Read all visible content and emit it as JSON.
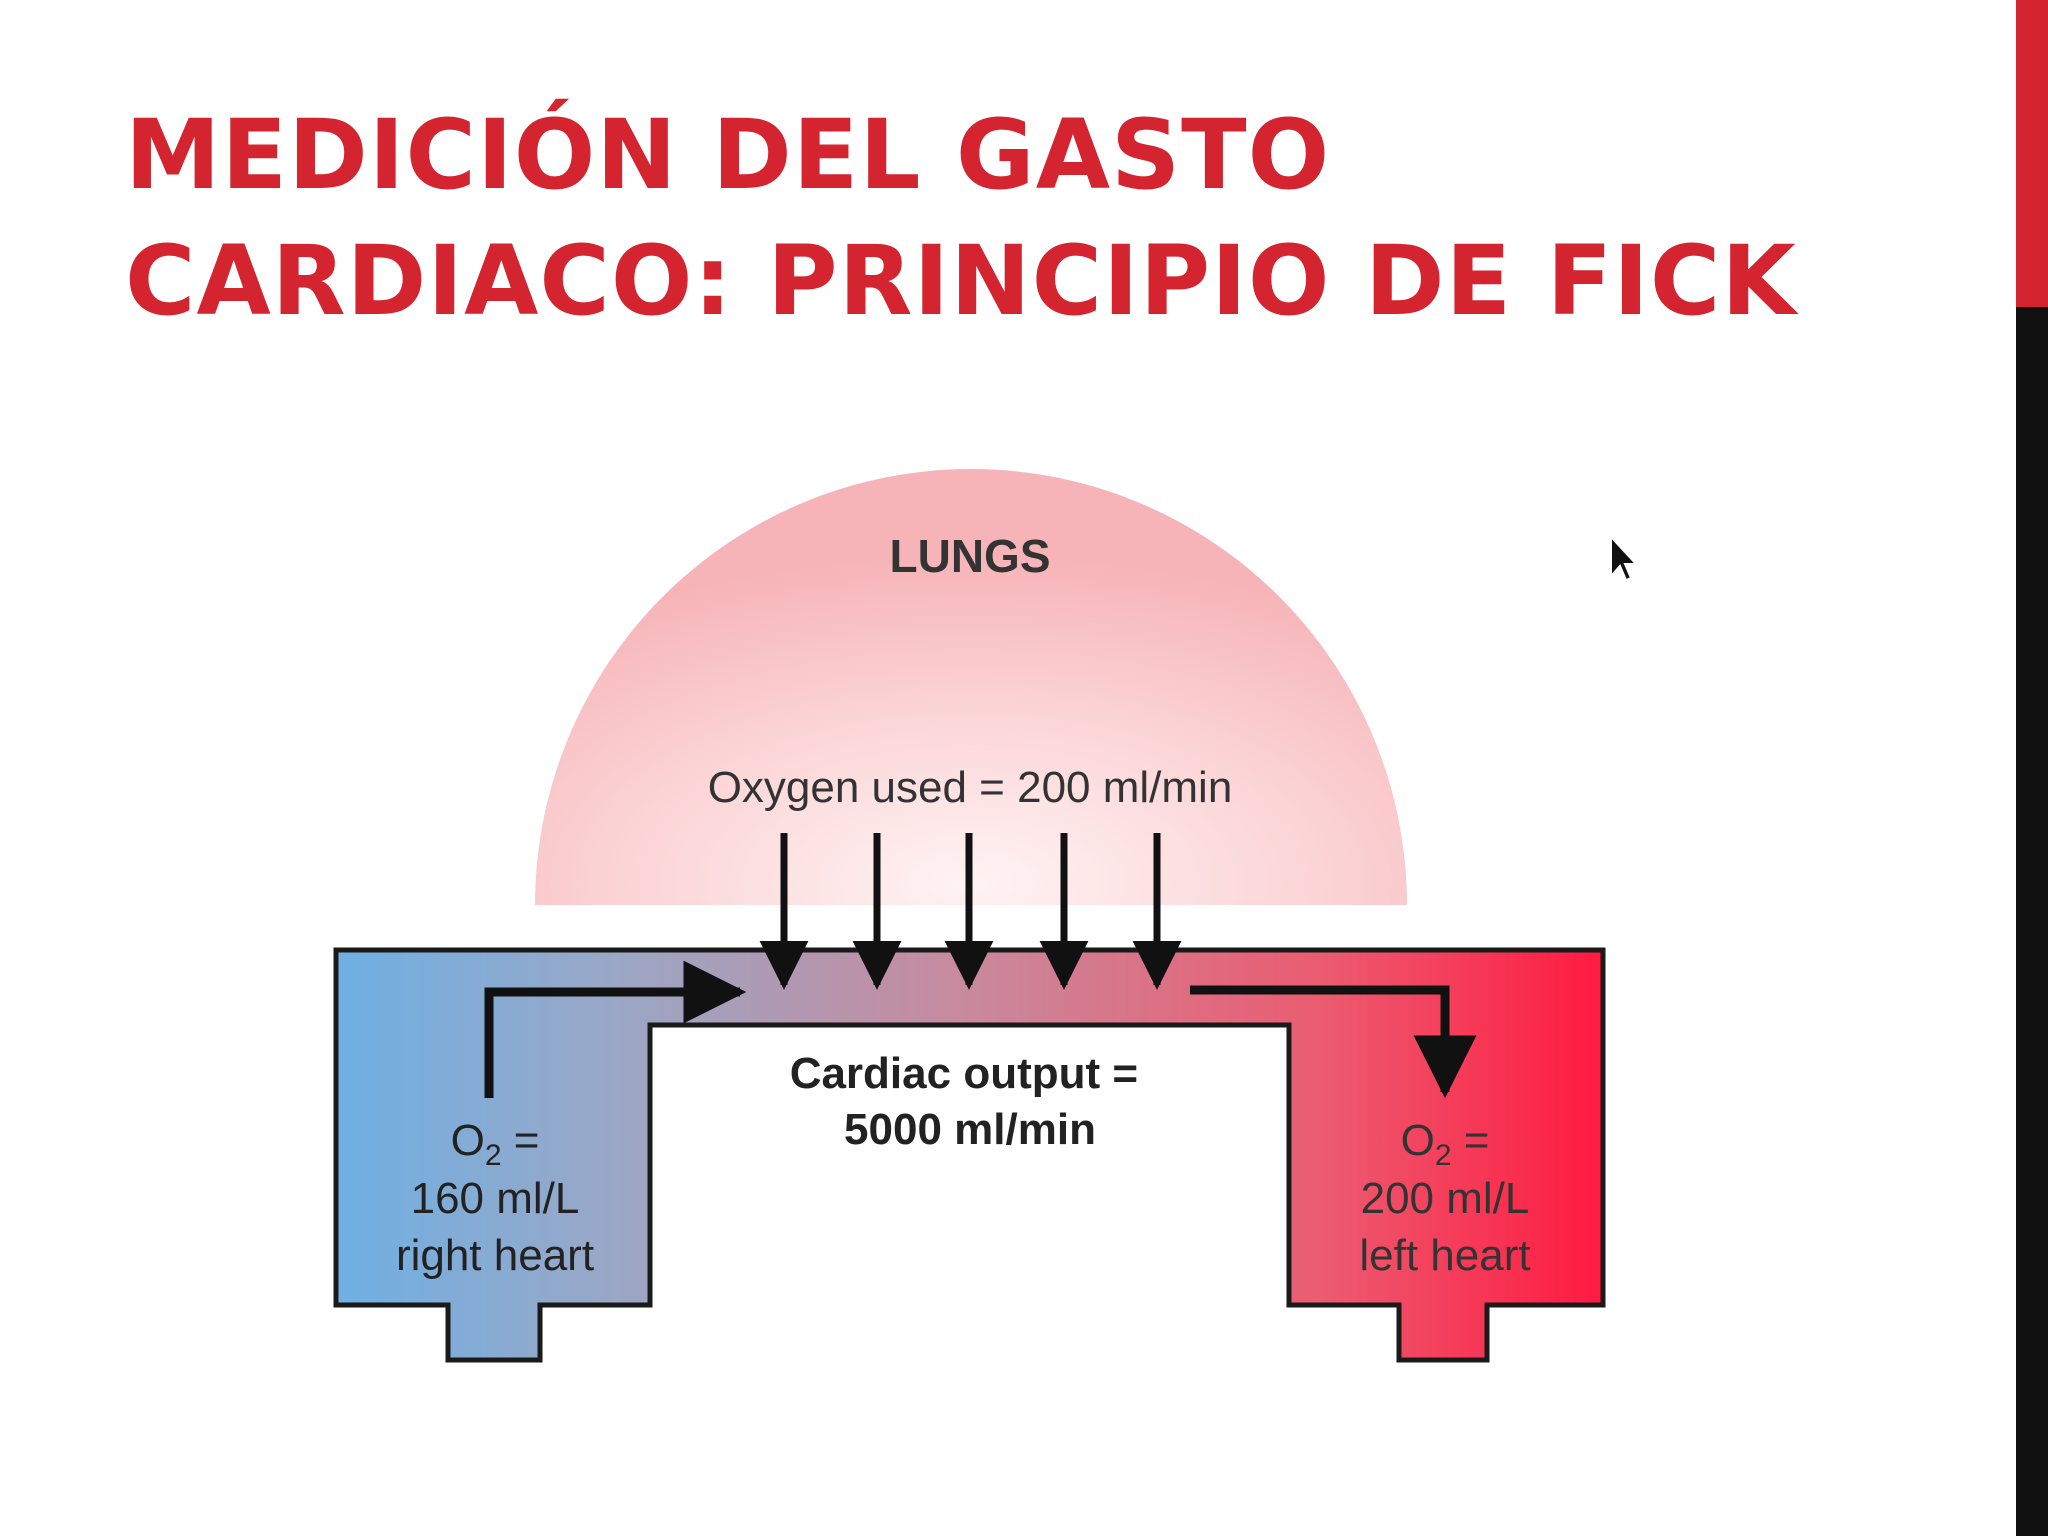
{
  "slide": {
    "title_line1": "MEDICIÓN DEL GASTO",
    "title_line2": "CARDIACO: PRINCIPIO DE FICK"
  },
  "diagram": {
    "lungs_label": "LUNGS",
    "oxygen_used": "Oxygen used = 200 ml/min",
    "cardiac_output_line1": "Cardiac output =",
    "cardiac_output_line2": "5000 ml/min",
    "right_heart": {
      "o2_symbol": "O",
      "o2_subscript": "2",
      "o2_equals": " =",
      "value": "160 ml/L",
      "label": "right heart"
    },
    "left_heart": {
      "o2_symbol": "O",
      "o2_subscript": "2",
      "o2_equals": " =",
      "value": "200 ml/L",
      "label": "left heart"
    }
  },
  "colors": {
    "title": "#d3242f",
    "venous_blue": "#6fb0e3",
    "arterial_red": "#ff1a40",
    "lungs_pink": "#f7b9bd"
  }
}
